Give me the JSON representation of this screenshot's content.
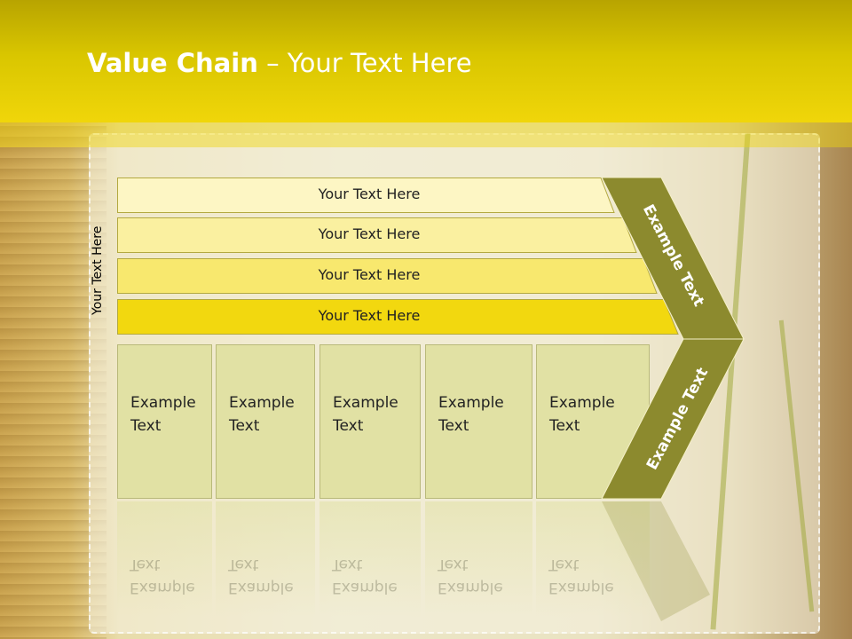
{
  "title": {
    "bold": "Value Chain",
    "rest": " – Your Text Here"
  },
  "side_label": "Your Text Here",
  "bars": [
    {
      "label": "Your Text Here",
      "color": "#fdf6c4"
    },
    {
      "label": "Your Text Here",
      "color": "#faf0a0"
    },
    {
      "label": "Your Text Here",
      "color": "#f8e86e"
    },
    {
      "label": "Your Text Here",
      "color": "#f2d80f"
    }
  ],
  "boxes": [
    {
      "line1": "Example",
      "line2": "Text"
    },
    {
      "line1": "Example",
      "line2": "Text"
    },
    {
      "line1": "Example",
      "line2": "Text"
    },
    {
      "line1": "Example",
      "line2": "Text"
    },
    {
      "line1": "Example",
      "line2": "Text"
    }
  ],
  "chevron": {
    "upper": "Example Text",
    "lower": "Example Text",
    "color": "#8c8a2e"
  }
}
